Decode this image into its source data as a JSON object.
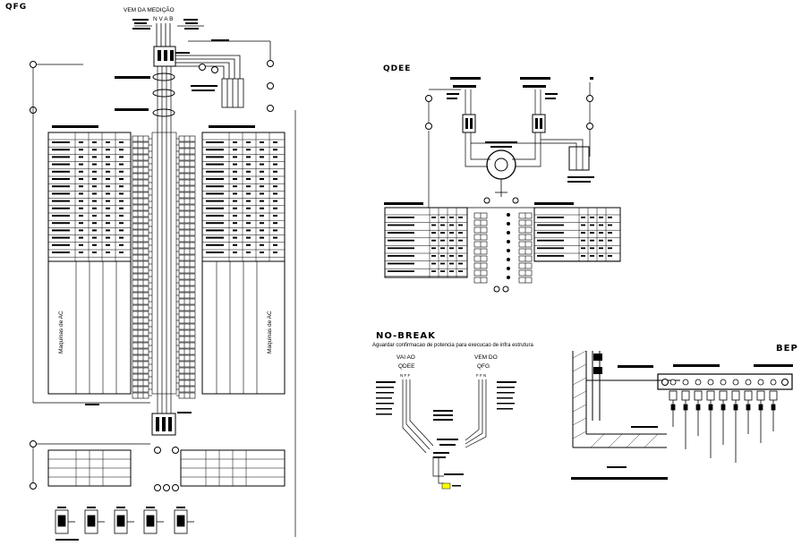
{
  "titles": {
    "qfg": "QFG",
    "qdee": "QDEE",
    "nobreak": "NO-BREAK",
    "bep": "BEP"
  },
  "qfg": {
    "vem_da_medicao": "VEM DA MEDIÇÃO",
    "phase_labels": "N V A B",
    "side_label_left": "Maquinas de AC",
    "side_label_right": "Maquinas de AC"
  },
  "nobreak": {
    "subtitle": "Aguardar confirmacao de potencia para execucao de infra estrutura",
    "vai_ao": "VAI AO",
    "vai_ao_dest": "QDEE",
    "vem_do": "VEM DO",
    "vem_do_src": "QFG",
    "phases_left": "N F F",
    "phases_right": "F F N"
  },
  "colors": {
    "line": "#000000",
    "background": "#ffffff",
    "highlight": "#ffff00"
  }
}
